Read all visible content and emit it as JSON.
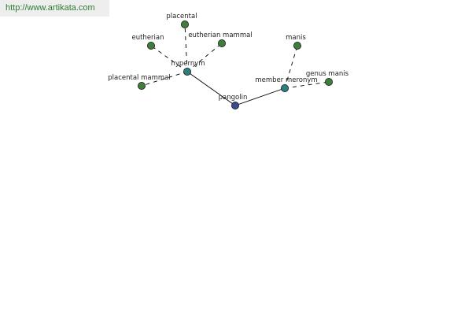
{
  "header": {
    "url": "http://www.artikata.com"
  },
  "colors": {
    "url_text": "#2e7d32",
    "url_background": "#eeeeee",
    "center_node": "#3b4a8f",
    "relation_node": "#2d7e7e",
    "leaf_node": "#3e7d3a",
    "edge": "#000000"
  },
  "graph": {
    "center": {
      "id": "pangolin",
      "label": "pangolin"
    },
    "relations": [
      {
        "id": "hypernym",
        "label": "hypernym"
      },
      {
        "id": "member-meronym",
        "label": "member meronym"
      }
    ],
    "leaves": [
      {
        "id": "eutherian",
        "label": "eutherian",
        "relation": "hypernym"
      },
      {
        "id": "placental",
        "label": "placental",
        "relation": "hypernym"
      },
      {
        "id": "eutherian-mammal",
        "label": "eutherian mammal",
        "relation": "hypernym"
      },
      {
        "id": "placental-mammal",
        "label": "placental mammal",
        "relation": "hypernym"
      },
      {
        "id": "manis",
        "label": "manis",
        "relation": "member-meronym"
      },
      {
        "id": "genus-manis",
        "label": "genus manis",
        "relation": "member-meronym"
      }
    ]
  }
}
